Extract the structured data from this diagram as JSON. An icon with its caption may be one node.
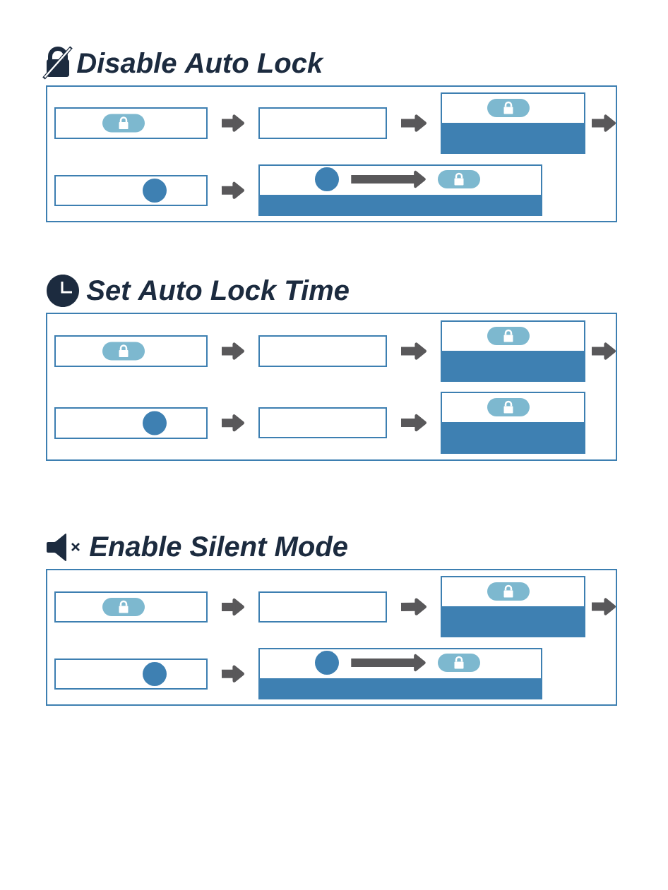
{
  "diagram": {
    "nodes": [
      {
        "text": [
          "Disable Auto Lock"
        ]
      },
      {
        "text": [],
        "shape": "box",
        "in": 0
      },
      {
        "text": [],
        "shape": "box",
        "in": 0
      },
      {
        "text": [],
        "shape": "box",
        "in": 0
      },
      {
        "text": [],
        "shape": "box",
        "in": 0
      },
      {
        "text": [],
        "shape": "box",
        "in": 0
      },
      {
        "text": [],
        "shape": "circle",
        "in": 5
      },
      {
        "text": [],
        "shape": "pill",
        "in": 5
      },
      {
        "text": [
          "Set Auto Lock Time"
        ]
      },
      {
        "text": [],
        "shape": "box",
        "in": 8
      },
      {
        "text": [],
        "shape": "box",
        "in": 8
      },
      {
        "text": [],
        "shape": "box",
        "in": 8
      },
      {
        "text": [],
        "shape": "box",
        "in": 8
      },
      {
        "text": [],
        "shape": "box",
        "in": 8
      },
      {
        "text": [],
        "shape": "box",
        "in": 8
      },
      {
        "text": [
          "Enable Silent Mode"
        ]
      },
      {
        "text": [],
        "shape": "box",
        "in": 15
      },
      {
        "text": [],
        "shape": "box",
        "in": 15
      },
      {
        "text": [],
        "shape": "box",
        "in": 15
      },
      {
        "text": [],
        "shape": "box",
        "in": 15
      },
      {
        "text": [],
        "shape": "box",
        "in": 15
      },
      {
        "text": [],
        "shape": "circle",
        "in": 20
      },
      {
        "text": [],
        "shape": "pill",
        "in": 20
      }
    ],
    "edges": [
      {
        "from": 1,
        "to": 2,
        "arrow": "to"
      },
      {
        "from": 2,
        "to": 3,
        "arrow": "to"
      },
      {
        "from": 3,
        "to": null,
        "arrow": "to"
      },
      {
        "from": 4,
        "to": 5,
        "arrow": "to"
      },
      {
        "from": 6,
        "to": 7,
        "arrow": "to"
      },
      {
        "from": 9,
        "to": 10,
        "arrow": "to"
      },
      {
        "from": 10,
        "to": 11,
        "arrow": "to"
      },
      {
        "from": 11,
        "to": null,
        "arrow": "to"
      },
      {
        "from": 12,
        "to": 13,
        "arrow": "to"
      },
      {
        "from": 13,
        "to": 14,
        "arrow": "to"
      },
      {
        "from": 16,
        "to": 17,
        "arrow": "to"
      },
      {
        "from": 17,
        "to": 18,
        "arrow": "to"
      },
      {
        "from": 18,
        "to": null,
        "arrow": "to"
      },
      {
        "from": 19,
        "to": 20,
        "arrow": "to"
      },
      {
        "from": 21,
        "to": 22,
        "arrow": "to"
      }
    ]
  }
}
